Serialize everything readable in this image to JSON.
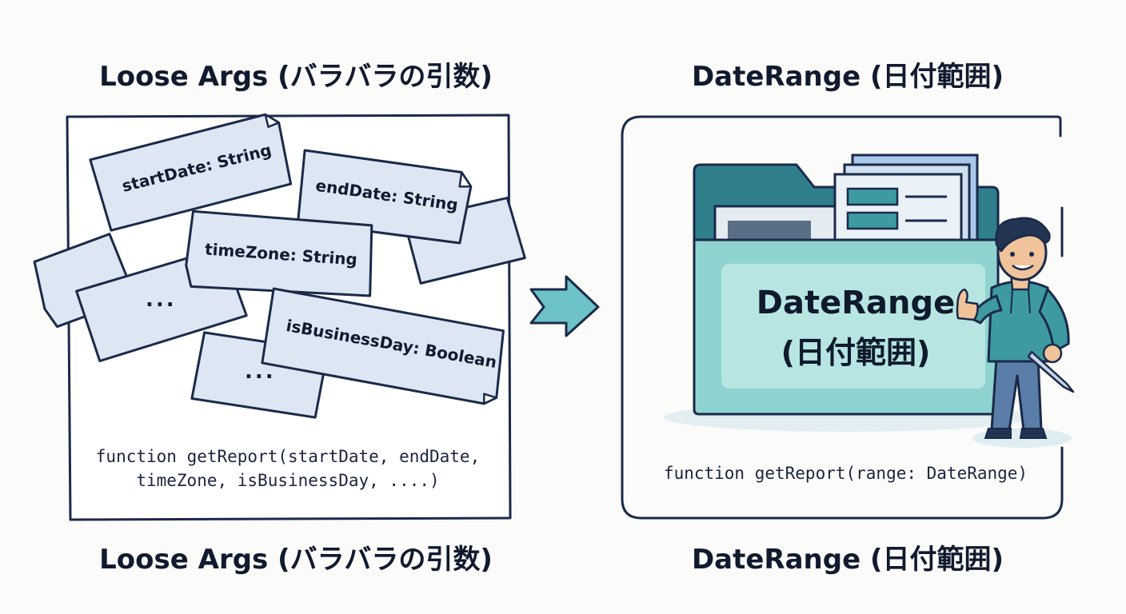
{
  "titles": {
    "left_top": "Loose Args (バラバラの引数)",
    "right_top": "DateRange (日付範囲)",
    "left_bottom": "Loose Args (バラバラの引数)",
    "right_bottom": "DateRange (日付範囲)"
  },
  "left_panel": {
    "tags": [
      "startDate: String",
      "endDate: String",
      "timeZone: String",
      "isBusinessDay: Boolean",
      "...",
      "..."
    ],
    "code_line1": "function getReport(startDate, endDate,",
    "code_line2": "timeZone, isBusinessDay, ....)"
  },
  "right_panel": {
    "folder_line1": "DateRange",
    "folder_line2": "(日付範囲)",
    "code": "function getReport(range: DateRange)"
  },
  "colors": {
    "ink": "#1b2a4a",
    "paper_tag": "#dde7f3",
    "folder_back": "#2f7f8c",
    "folder_front": "#8fd3d0",
    "folder_label_bg": "#b7e6e2",
    "arrow": "#6cc2c6",
    "hoodie": "#3d9aa0"
  },
  "icons": [
    "arrow-right-icon",
    "folder-icon",
    "person-thumbs-up-icon",
    "pen-icon"
  ]
}
